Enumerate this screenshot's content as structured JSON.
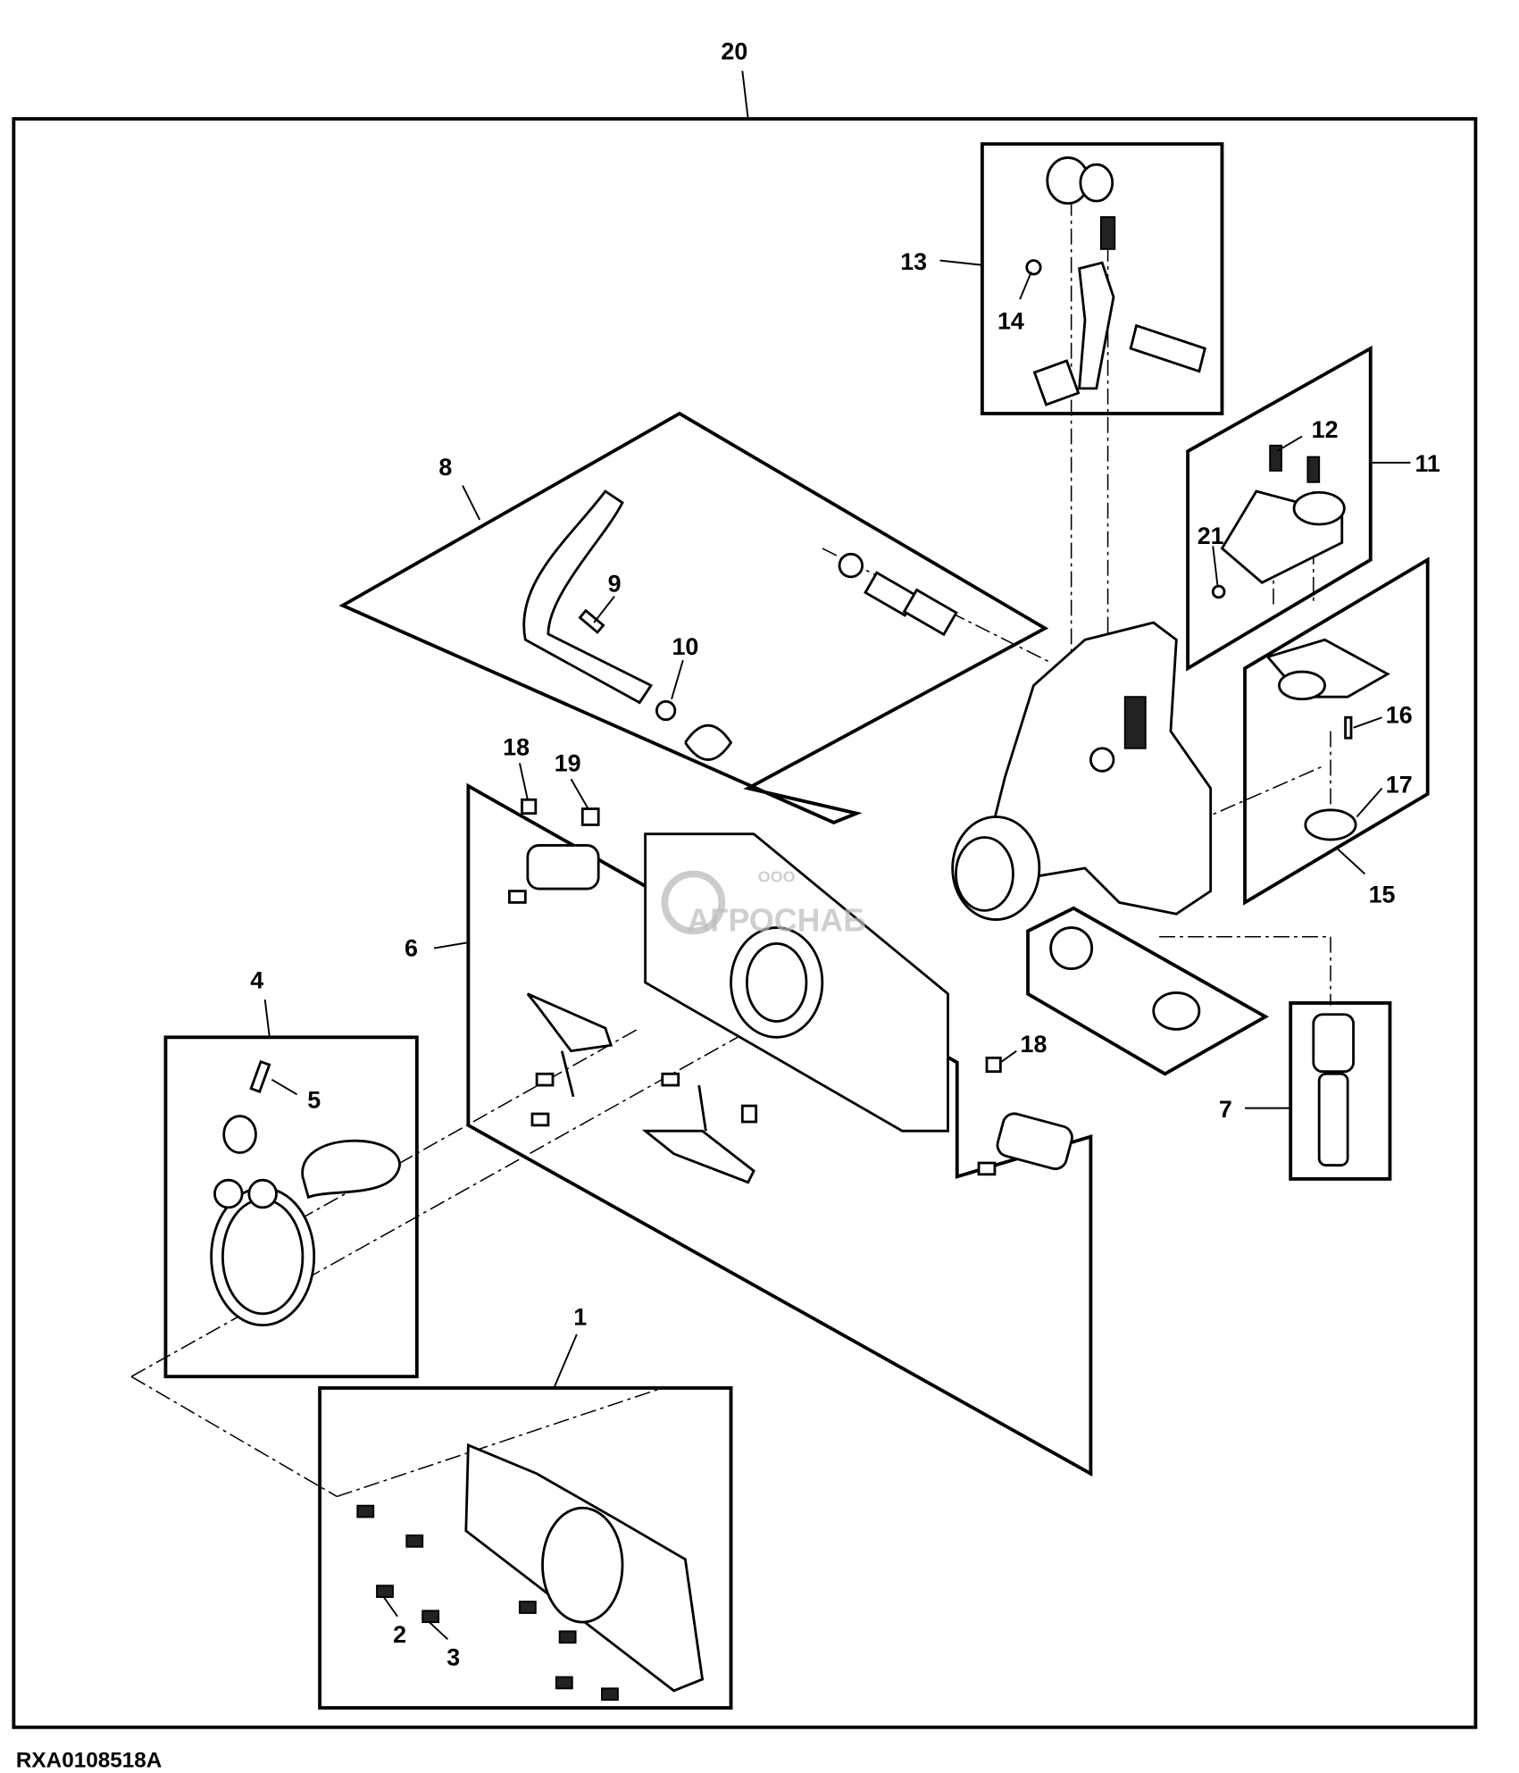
{
  "diagram": {
    "figure_code": "RXA0108518A",
    "watermark": {
      "line1": "ООО",
      "line2": "АГРОСНАБ"
    },
    "callouts": {
      "c1": "1",
      "c2": "2",
      "c3": "3",
      "c4": "4",
      "c5": "5",
      "c6": "6",
      "c7": "7",
      "c8": "8",
      "c9": "9",
      "c10": "10",
      "c11": "11",
      "c12": "12",
      "c13": "13",
      "c14": "14",
      "c15": "15",
      "c16": "16",
      "c17": "17",
      "c18a": "18",
      "c18b": "18",
      "c19": "19",
      "c20": "20",
      "c21": "21"
    }
  }
}
